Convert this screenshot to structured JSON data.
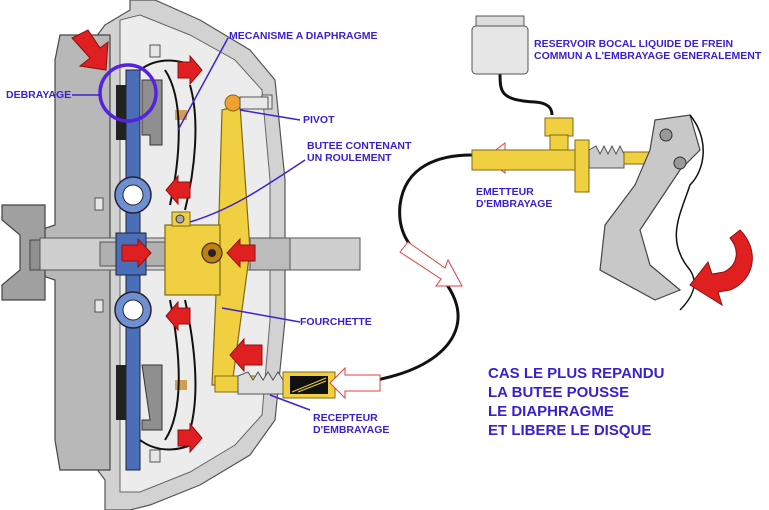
{
  "labels": {
    "debrayage": "DEBRAYAGE",
    "mecanisme": "MECANISME A DIAPHRAGME",
    "pivot": "PIVOT",
    "butee_l1": "BUTEE CONTENANT",
    "butee_l2": "UN ROULEMENT",
    "fourchette": "FOURCHETTE",
    "recepteur_l1": "RECEPTEUR",
    "recepteur_l2": "D'EMBRAYAGE",
    "emetteur_l1": "EMETTEUR",
    "emetteur_l2": "D'EMBRAYAGE",
    "reservoir_l1": "RESERVOIR BOCAL LIQUIDE DE FREIN",
    "reservoir_l2": "COMMUN A L'EMBRAYAGE GENERALEMENT"
  },
  "caption": {
    "line1": "CAS LE PLUS REPANDU",
    "line2": "LA BUTEE POUSSE",
    "line3": "LE DIAPHRAGME",
    "line4": "ET LIBERE LE DISQUE"
  },
  "colors": {
    "label_text": "#3a1fd0",
    "housing": "#c8c8c8",
    "housing_dark": "#8a8a8a",
    "disc_blue": "#4a6fb8",
    "brass": "#f0d040",
    "arrow_red": "#e02020",
    "hose": "#111111"
  }
}
